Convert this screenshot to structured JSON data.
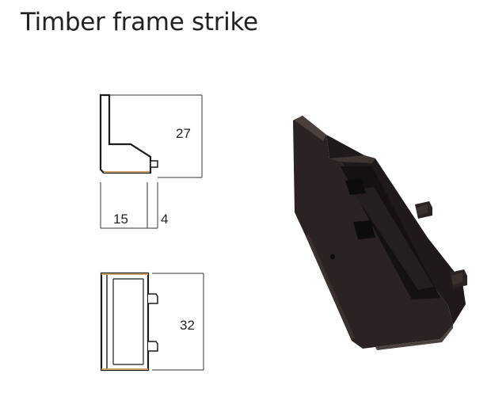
{
  "title": "Timber frame strike",
  "dimensions": {
    "height": "27",
    "width": "15",
    "offset": "4",
    "length": "32"
  },
  "colors": {
    "outline": "#1a1a1a",
    "accent": "#c9a36a",
    "product": "#2a2322"
  }
}
